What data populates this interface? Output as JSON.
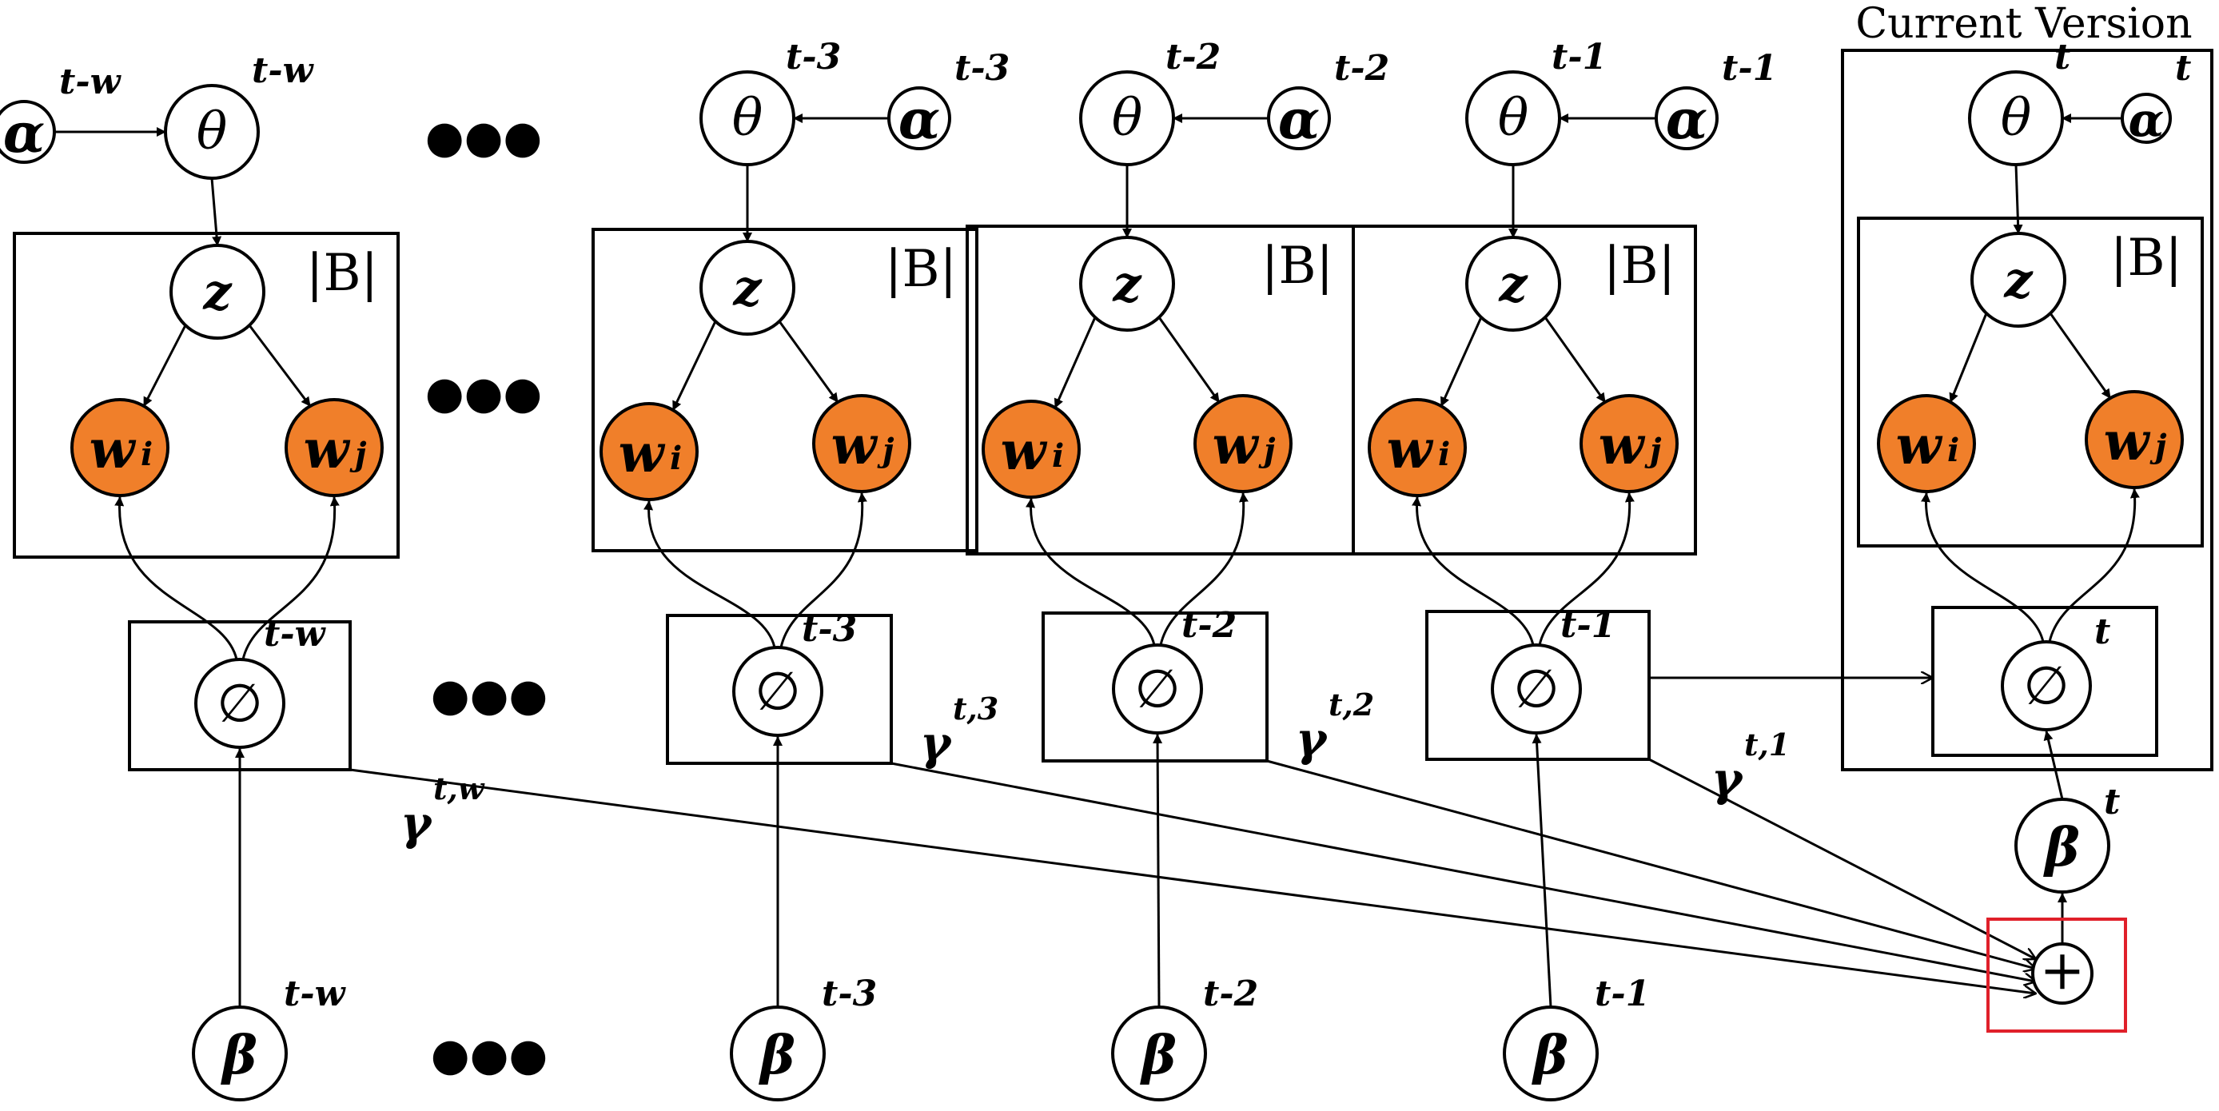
{
  "header": {
    "current_version_label": "Current Version"
  },
  "symbols": {
    "alpha": "α",
    "theta": "θ",
    "z": "z",
    "w": "w",
    "phi": "∅",
    "beta": "β",
    "gamma": "γ",
    "plus": "+",
    "plate_label": "|B|"
  },
  "subscripts": {
    "i": "i",
    "j": "j"
  },
  "ellipsis": "●●●",
  "slices": [
    {
      "sup": "t-w",
      "gamma_sup": "t,w"
    },
    {
      "sup": "t-3",
      "gamma_sup": "t,3"
    },
    {
      "sup": "t-2",
      "gamma_sup": "t,2"
    },
    {
      "sup": "t-1",
      "gamma_sup": "t,1"
    },
    {
      "sup": "t"
    }
  ],
  "colors": {
    "observed_fill": "#F07F2A",
    "highlight_box": "#E0202A",
    "stroke": "#000000"
  }
}
